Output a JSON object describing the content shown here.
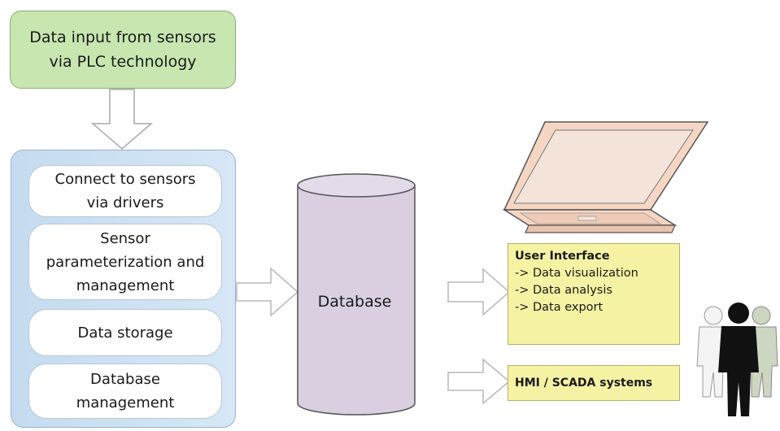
{
  "input": {
    "line1": "Data input from sensors",
    "line2": "via PLC technology"
  },
  "modules": [
    {
      "lines": [
        "Connect to sensors",
        "via drivers"
      ]
    },
    {
      "lines": [
        "Sensor",
        "parameterization and",
        "management"
      ]
    },
    {
      "lines": [
        "Data storage"
      ]
    },
    {
      "lines": [
        "Database",
        "management"
      ]
    }
  ],
  "database": {
    "label": "Database"
  },
  "user_interface": {
    "title": "User Interface",
    "items": [
      "-> Data visualization",
      "-> Data analysis",
      "-> Data export"
    ]
  },
  "hmi": {
    "label": "HMI / SCADA systems"
  },
  "colors": {
    "input_fill": "#c8e6b0",
    "module_fill": "#cfe2f3",
    "db_fill": "#d9cfe0",
    "ui_fill": "#f5f3a3",
    "laptop_fill": "#f6d6c3"
  }
}
